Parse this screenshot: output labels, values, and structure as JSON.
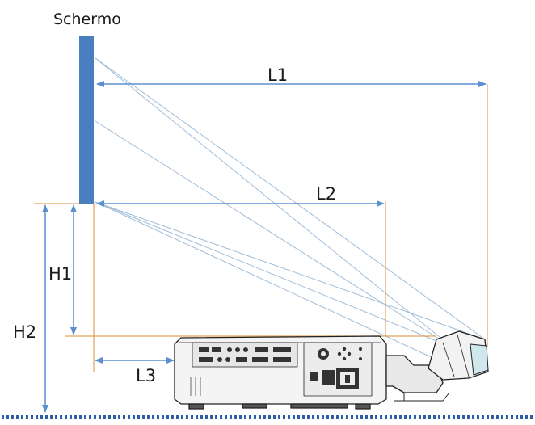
{
  "labels": {
    "screen": "Schermo",
    "l1": "L1",
    "l2": "L2",
    "l3": "L3",
    "h1": "H1",
    "h2": "H2"
  },
  "colors": {
    "screen": "#4a7fbf",
    "dimension_arrow": "#5a8fd0",
    "projection_ray": "#9fbcd9",
    "guide_line": "#e0a35a",
    "floor": "#2a5fa8",
    "projector_body": "#f4f4f4",
    "projector_outline": "#222222"
  }
}
